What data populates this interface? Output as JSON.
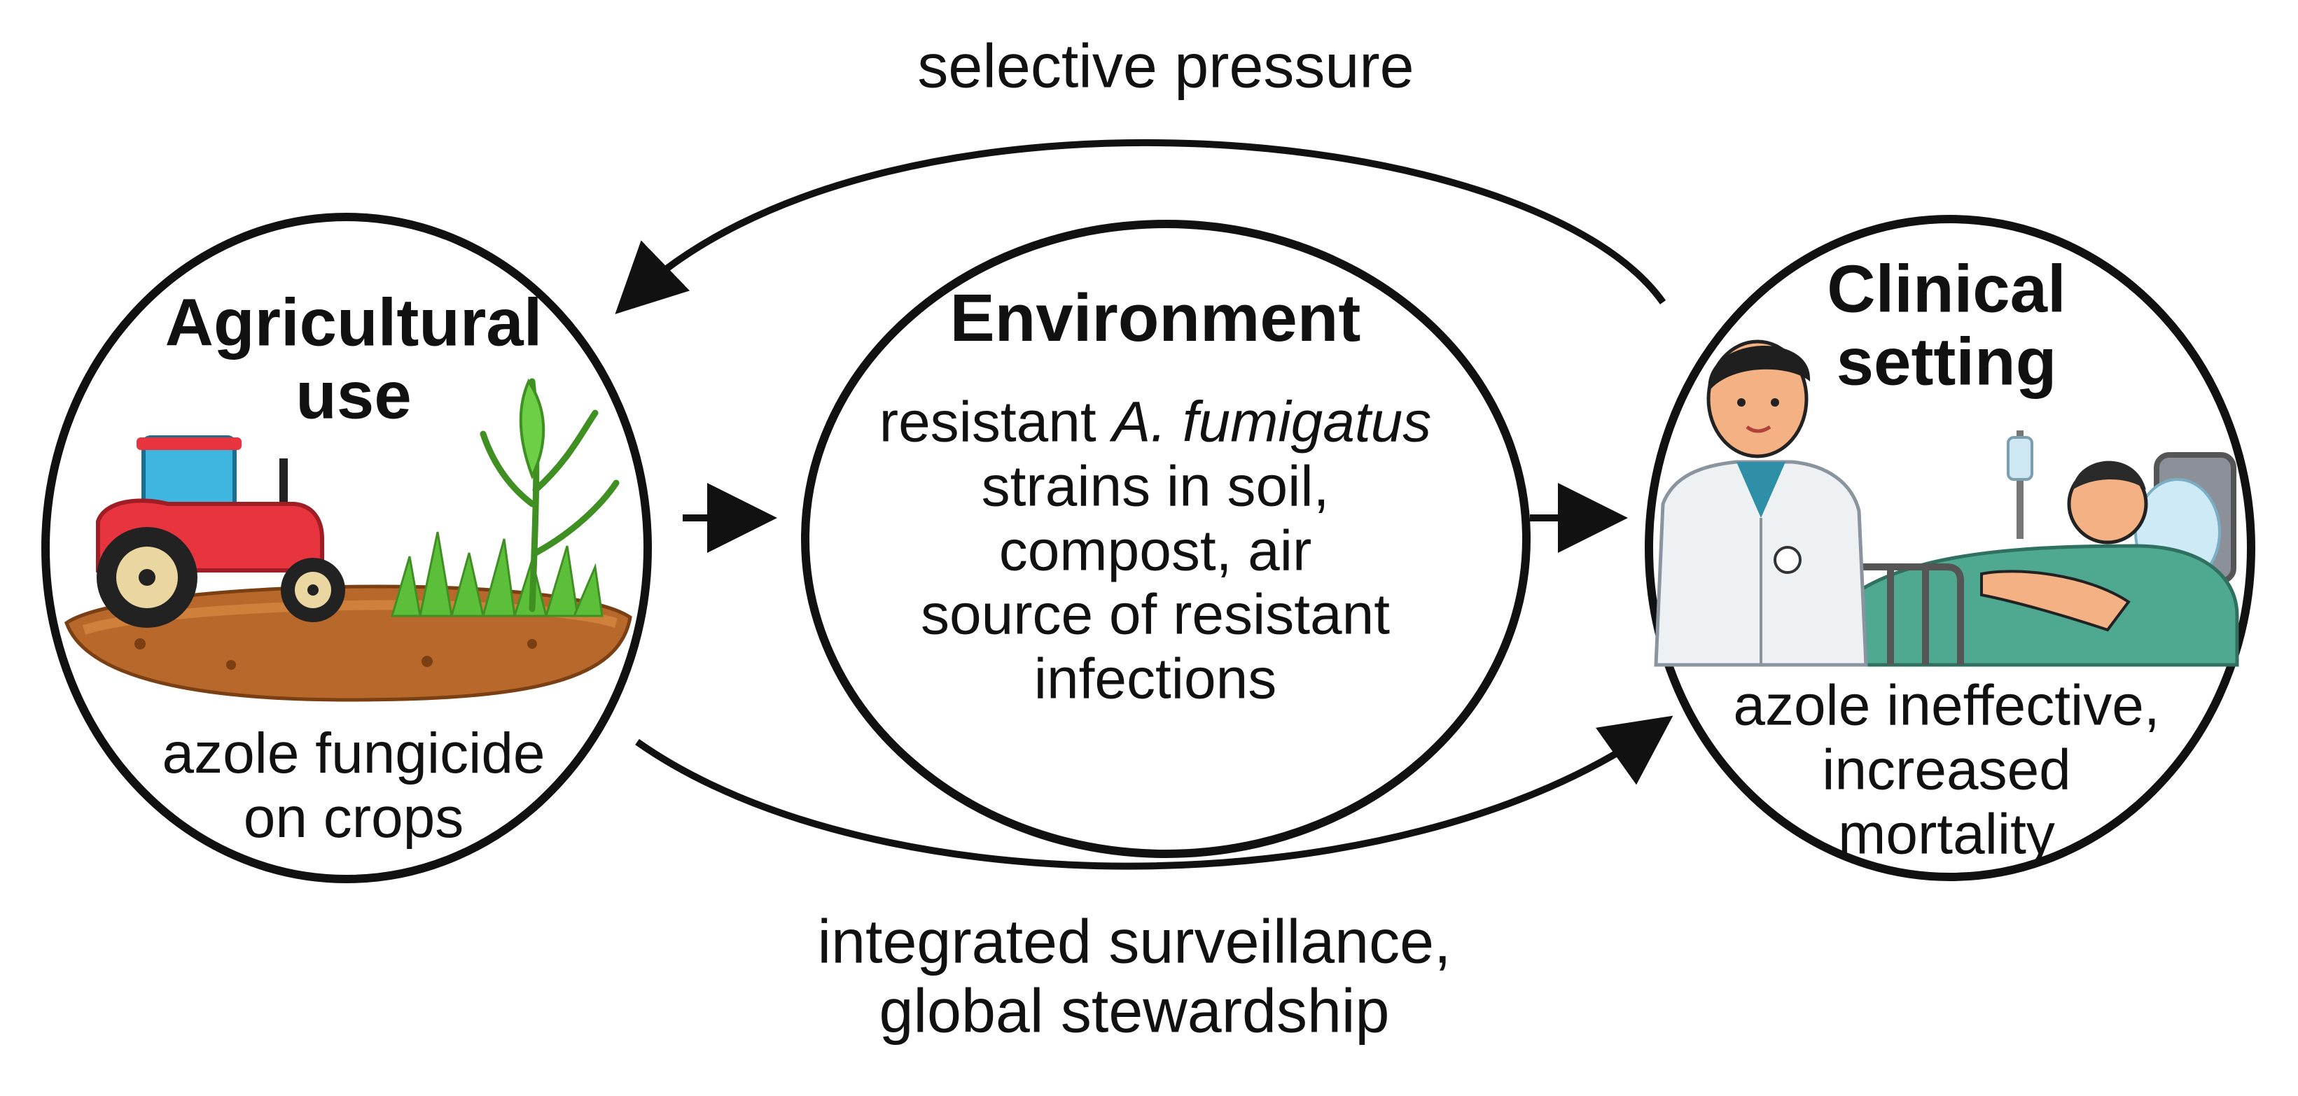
{
  "top_arrow_label": "selective pressure",
  "bottom_arrow_label": {
    "line1": "integrated surveillance,",
    "line2": "global stewardship"
  },
  "nodes": {
    "agricultural": {
      "title_line1": "Agricultural",
      "title_line2": "use",
      "desc_line1": "azole fungicide",
      "desc_line2": "on crops"
    },
    "environment": {
      "title": "Environment",
      "line1_prefix": "resistant ",
      "line1_italic": "A. fumigatus",
      "line2": "strains in soil,",
      "line3": "compost, air",
      "line4": "source of resistant",
      "line5": "infections"
    },
    "clinical": {
      "title_line1": "Clinical",
      "title_line2": "setting",
      "desc_line1": "azole ineffective,",
      "desc_line2": "increased",
      "desc_line3": "mortality"
    }
  },
  "colors": {
    "outline": "#111111",
    "tractor_body": "#e8343f",
    "tractor_cab": "#3fb6e0",
    "soil": "#b8682a",
    "grass": "#5cbf3a",
    "bed_sheet": "#4fa890",
    "skin": "#f3b184"
  }
}
